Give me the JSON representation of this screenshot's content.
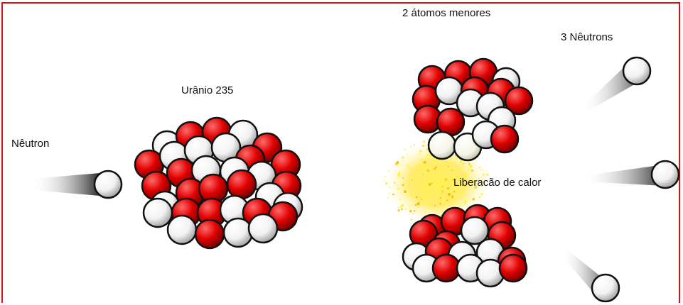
{
  "labels": {
    "neutron": "Nêutron",
    "uranium": "Urânio 235",
    "smaller_atoms": "2 átomos menores",
    "three_neutrons": "3 Nêutrons",
    "heat_release": "Liberacão de calor"
  },
  "colors": {
    "frame": "#e01010",
    "proton": "#e00000",
    "neutron": "#ffffff",
    "heat": "#ffe23a"
  }
}
